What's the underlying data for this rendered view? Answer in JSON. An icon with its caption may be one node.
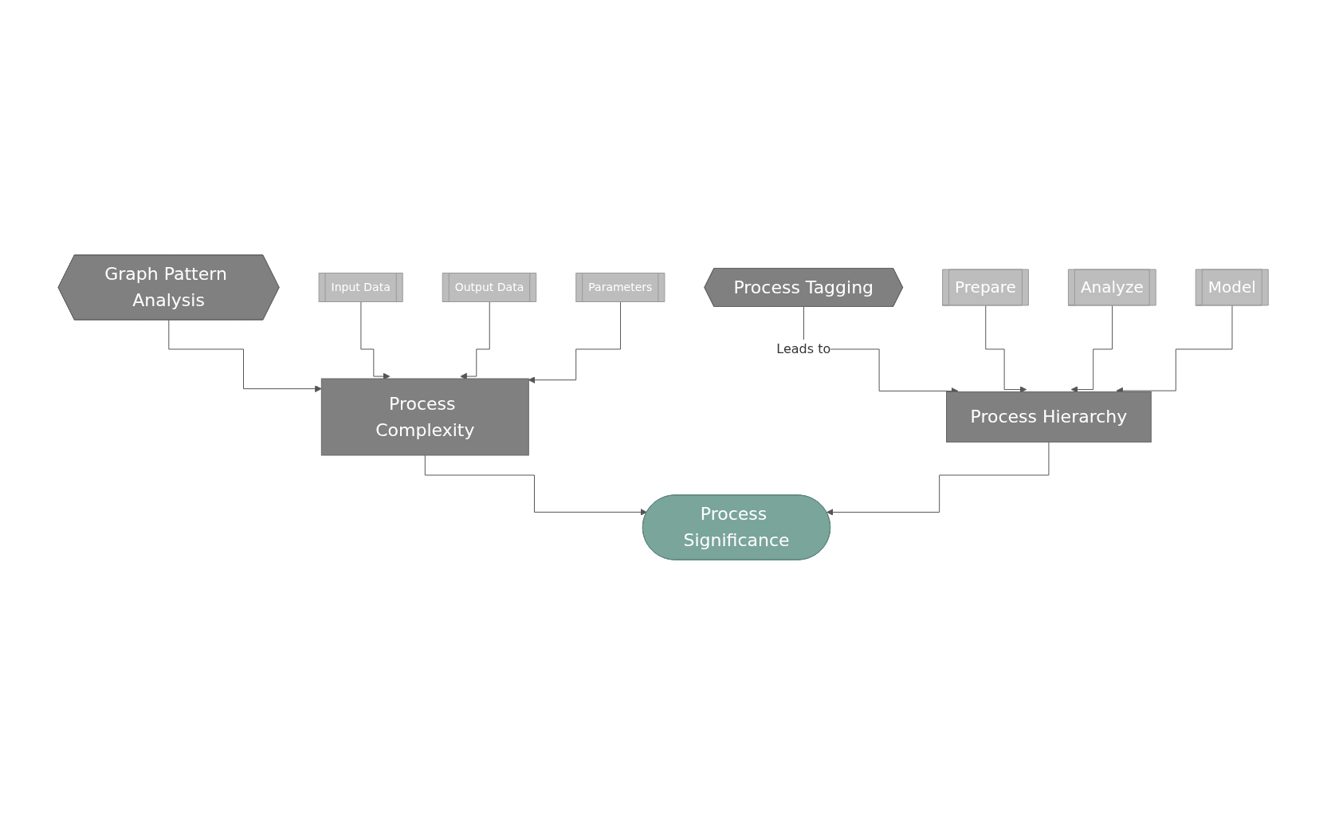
{
  "diagram": {
    "nodes": [
      {
        "text": [
          "Graph Pattern Analysis"
        ]
      },
      {
        "text": [
          "Process Tagging"
        ]
      },
      {
        "text": [
          "Prepare"
        ]
      },
      {
        "text": [
          "Analyze"
        ]
      },
      {
        "text": [
          "Model"
        ]
      },
      {
        "text": [
          "Input Data"
        ]
      },
      {
        "text": [
          "Process Complexity"
        ]
      },
      {
        "text": [
          "Process Hierarchy"
        ]
      },
      {
        "text": [
          "Output Data"
        ]
      },
      {
        "text": [
          "Parameters"
        ]
      },
      {
        "text": [
          "Process Significance"
        ]
      }
    ],
    "edges": [
      {
        "from": 0,
        "to": 6,
        "arrow": "to"
      },
      {
        "from": 1,
        "to": 7,
        "arrow": "to",
        "label": "Leads to"
      },
      {
        "from": 2,
        "to": 7,
        "arrow": "to"
      },
      {
        "from": 3,
        "to": 7,
        "arrow": "to"
      },
      {
        "from": 4,
        "to": 7,
        "arrow": "to"
      },
      {
        "from": 5,
        "to": 6,
        "arrow": "to"
      },
      {
        "from": 8,
        "to": 6,
        "arrow": "to"
      },
      {
        "from": 9,
        "to": 6,
        "arrow": "to"
      },
      {
        "from": 6,
        "to": 10,
        "arrow": "to"
      },
      {
        "from": 7,
        "to": 10,
        "arrow": "to"
      }
    ]
  }
}
